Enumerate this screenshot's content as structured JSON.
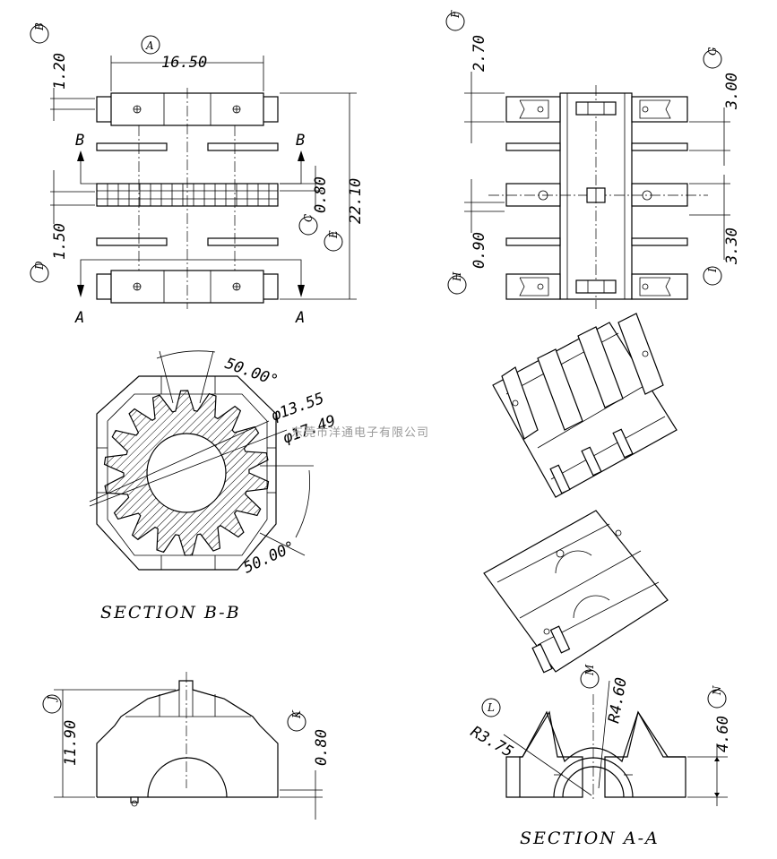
{
  "top_left_view": {
    "dims": {
      "A": "16.50",
      "B": "1.20",
      "C": "0.80",
      "D": "1.50",
      "E": "22.10"
    },
    "labels": {
      "A": "A",
      "B": "B",
      "C": "C",
      "D": "D",
      "E": "E"
    },
    "section_marks": {
      "b_left": "B",
      "b_right": "B",
      "a_left": "A",
      "a_right": "A"
    }
  },
  "top_right_view": {
    "dims": {
      "F": "2.70",
      "G": "3.00",
      "H": "0.90",
      "I": "3.30"
    },
    "labels": {
      "F": "F",
      "G": "G",
      "H": "H",
      "I": "I"
    }
  },
  "section_bb": {
    "title": "SECTION B-B",
    "angle_top": "50.00°",
    "angle_bottom": "50.00°",
    "dia_inner": "φ13.55",
    "dia_outer": "φ17.49"
  },
  "watermark": "东莞市洋通电子有限公司",
  "bottom_left_view": {
    "dims": {
      "J": "11.90",
      "K": "0.80"
    },
    "labels": {
      "J": "J",
      "K": "K"
    }
  },
  "section_aa": {
    "title": "SECTION A-A",
    "dims": {
      "L": "R3.75",
      "M": "R4.60",
      "N": "4.60"
    },
    "labels": {
      "L": "L",
      "M": "M",
      "N": "N"
    }
  },
  "iso_views": {
    "count": 2
  }
}
